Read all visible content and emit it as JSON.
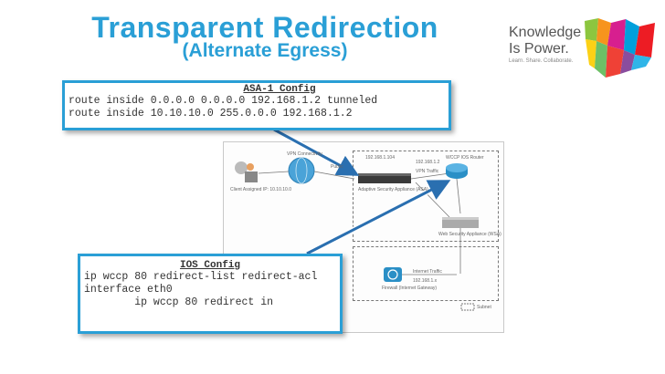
{
  "title": {
    "main": "Transparent Redirection",
    "sub": "(Alternate Egress)"
  },
  "logo": {
    "line1": "Knowledge",
    "line2": "Is Power.",
    "line3": "Learn. Share. Collaborate."
  },
  "asa_config": {
    "heading": "ASA-1 Config",
    "lines": [
      "route inside 0.0.0.0 0.0.0.0 192.168.1.2 tunneled",
      "route inside 10.10.10.0 255.0.0.0 192.168.1.2"
    ]
  },
  "ios_config": {
    "heading": "IOS Config",
    "lines": [
      "ip wccp 80 redirect-list redirect-acl",
      "",
      "interface eth0",
      "        ip wccp 80 redirect in"
    ]
  },
  "diagram": {
    "vpn_label": "VPN Connectivity",
    "client_label": "Client Assigned IP: 10.10.10.0",
    "public_label": "Public",
    "asa_label": "Adaptive Security Appliance (ASA)",
    "ip_asa": "192.168.1.104",
    "ip_router": "192.168.1.2",
    "router_label": "WCCP IOS Router",
    "vpn_traffic": "VPN Traffic",
    "wsa_label": "Web Security Appliance (WSA)",
    "firewall_label": "Firewall (Internet Gateway)",
    "internet_traffic": "Internet Traffic",
    "subnet_label": "Subnet",
    "ip_fw": "192.168.1.x"
  },
  "colors": {
    "accent": "#2a9fd6",
    "text": "#333333"
  }
}
